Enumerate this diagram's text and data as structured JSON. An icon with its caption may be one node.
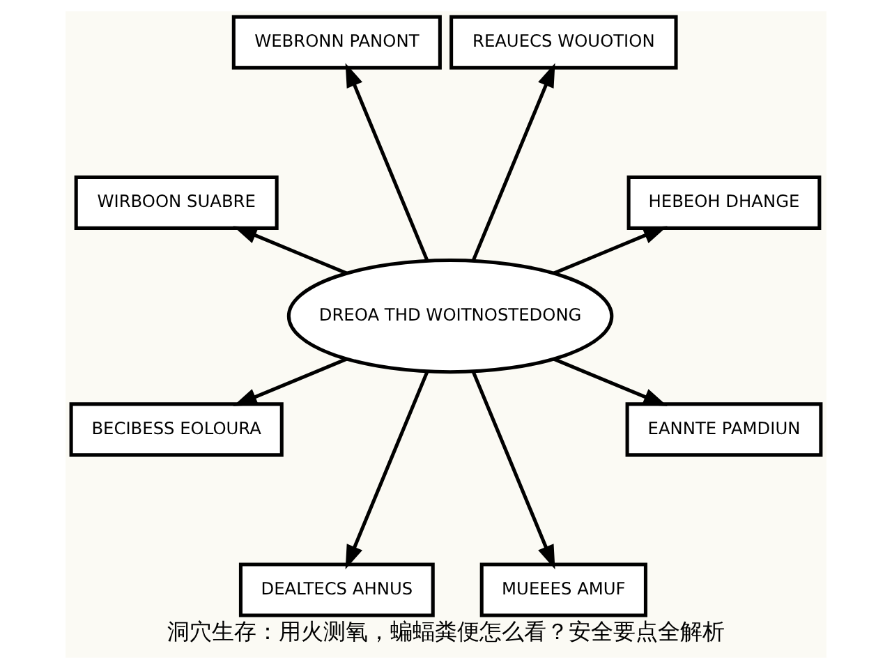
{
  "diagram": {
    "title": "洞穴生存：用火测氧，蝙蝠粪便怎么看？安全要点全解析",
    "nodes": [
      {
        "text": [
          "HEBEOH DHANGE"
        ]
      },
      {
        "text": [
          "REAUECS WOUOTION"
        ]
      },
      {
        "text": [
          "WEBRONN PANONT"
        ]
      },
      {
        "text": [
          "WIRBOON SUABRE"
        ]
      },
      {
        "text": [
          "DREOA THD WOITNOSTEDONG"
        ]
      },
      {
        "text": [
          "BECIBESS EOLOURA"
        ]
      },
      {
        "text": [
          "DEALTECS AHNUS"
        ]
      },
      {
        "text": [
          "MUEEES AMUF"
        ]
      },
      {
        "text": [
          "EANNTE PAMDIUN"
        ]
      }
    ],
    "edges": [
      {
        "from": 4,
        "to": 0,
        "arrow": "to"
      },
      {
        "from": 4,
        "to": 1,
        "arrow": "to"
      },
      {
        "from": 4,
        "to": 2,
        "arrow": "to"
      },
      {
        "from": 4,
        "to": 3,
        "arrow": "to"
      },
      {
        "from": 4,
        "to": 5,
        "arrow": "to"
      },
      {
        "from": 4,
        "to": 6,
        "arrow": "to"
      },
      {
        "from": 4,
        "to": 7,
        "arrow": "to"
      },
      {
        "from": 4,
        "to": 8,
        "arrow": "to"
      }
    ]
  }
}
